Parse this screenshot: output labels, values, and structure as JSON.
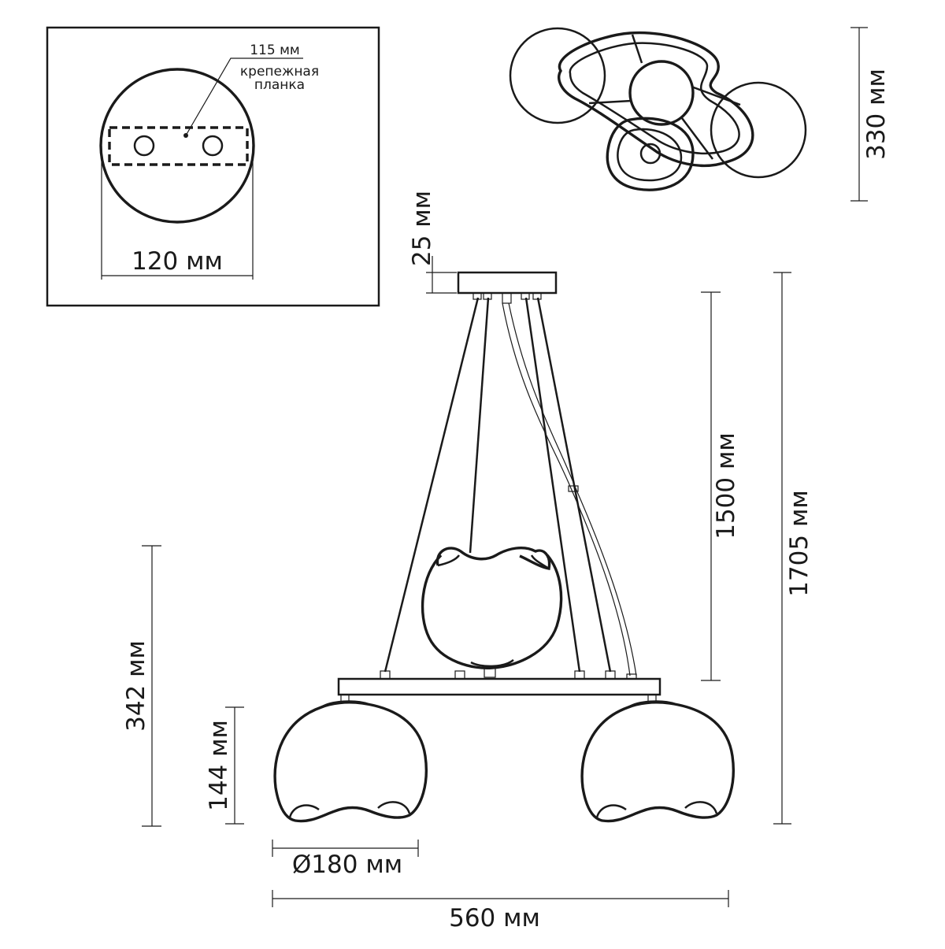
{
  "dimensions": {
    "plate_length": "115 мм",
    "plate_label_line1": "крепежная",
    "plate_label_line2": "планка",
    "canopy_diameter": "120 мм",
    "canopy_height": "25 мм",
    "top_depth": "330 мм",
    "suspension": "1500 мм",
    "overall_height": "1705 мм",
    "body_height": "342 мм",
    "shade_height": "144 мм",
    "shade_diameter": "Ø180 мм",
    "overall_width": "560 мм"
  }
}
